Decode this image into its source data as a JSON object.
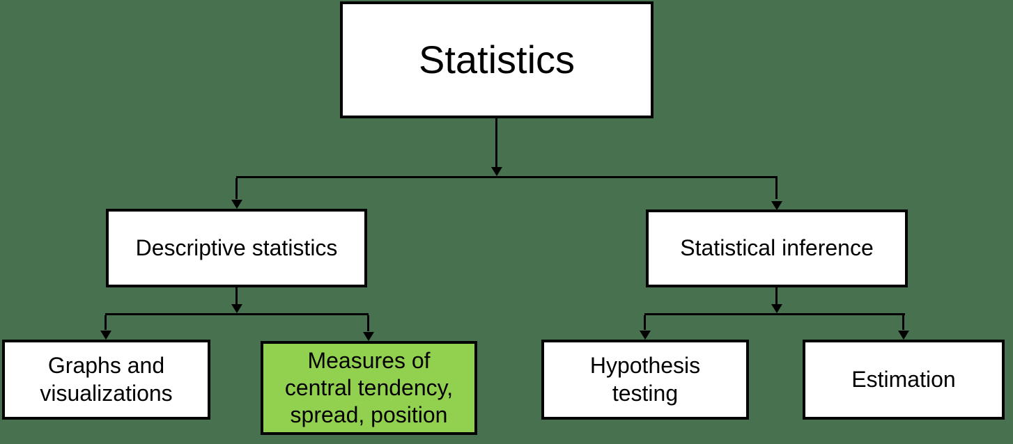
{
  "diagram": {
    "type": "flowchart-tree",
    "title": "Statistics"
  },
  "colors": {
    "background": "#47714F",
    "node_fill": "#FFFFFF",
    "highlight_fill": "#92D050",
    "line": "#000000",
    "text": "#000000"
  },
  "nodes": {
    "statistics": {
      "label": "Statistics",
      "highlighted": false
    },
    "descriptive": {
      "label": "Descriptive statistics",
      "highlighted": false
    },
    "inference": {
      "label": "Statistical inference",
      "highlighted": false
    },
    "graphs": {
      "label": "Graphs and\nvisualizations",
      "highlighted": false
    },
    "measures": {
      "label": "Measures of\ncentral tendency,\nspread, position",
      "highlighted": true
    },
    "hypothesis": {
      "label": "Hypothesis\ntesting",
      "highlighted": false
    },
    "estimation": {
      "label": "Estimation",
      "highlighted": false
    }
  },
  "edges": [
    {
      "from": "statistics",
      "to": "descriptive"
    },
    {
      "from": "statistics",
      "to": "inference"
    },
    {
      "from": "descriptive",
      "to": "graphs"
    },
    {
      "from": "descriptive",
      "to": "measures"
    },
    {
      "from": "inference",
      "to": "hypothesis"
    },
    {
      "from": "inference",
      "to": "estimation"
    }
  ]
}
